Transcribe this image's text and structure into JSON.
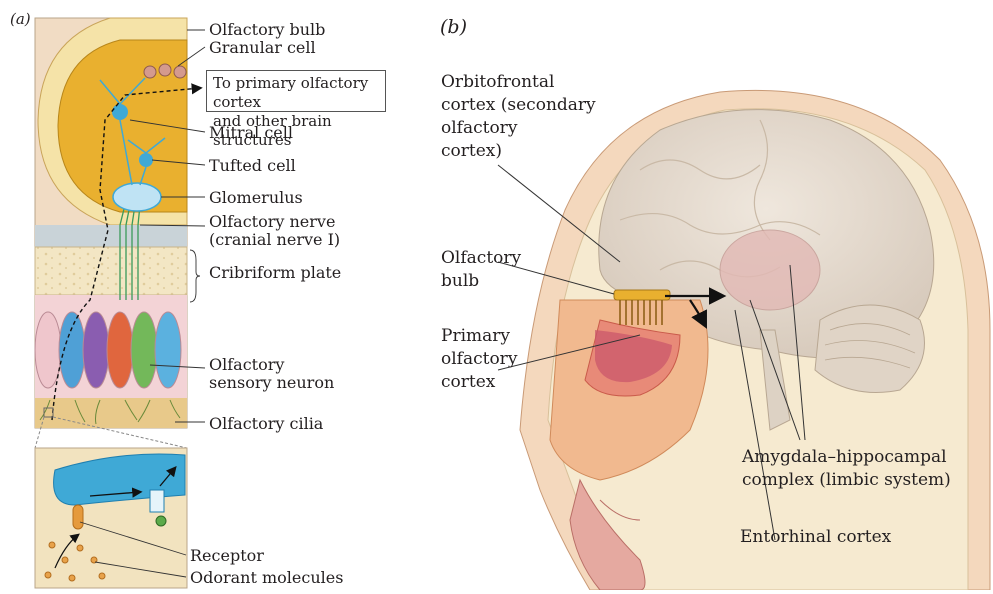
{
  "panel_a": {
    "letter": "(a)",
    "labels": {
      "olfactory_bulb": "Olfactory bulb",
      "granular_cell": "Granular cell",
      "target_line1": "To primary olfactory cortex",
      "target_line2": "and other brain structures",
      "mitral_cell": "Mitral cell",
      "tufted_cell": "Tufted cell",
      "glomerulus": "Glomerulus",
      "olfactory_nerve_line1": "Olfactory nerve",
      "olfactory_nerve_line2": "(cranial nerve I)",
      "cribriform_plate": "Cribriform plate",
      "sensory_neuron_line1": "Olfactory",
      "sensory_neuron_line2": "sensory neuron",
      "olfactory_cilia": "Olfactory cilia",
      "receptor": "Receptor",
      "odorant_molecules": "Odorant molecules"
    }
  },
  "panel_b": {
    "letter": "(b)",
    "labels": {
      "orbitofrontal_line1": "Orbitofrontal",
      "orbitofrontal_line2": "cortex (secondary",
      "orbitofrontal_line3": "olfactory",
      "orbitofrontal_line4": "cortex)",
      "bulb_line1": "Olfactory",
      "bulb_line2": "bulb",
      "primary_line1": "Primary",
      "primary_line2": "olfactory",
      "primary_line3": "cortex",
      "amygdala_line1": "Amygdala–hippocampal",
      "amygdala_line2": "complex (limbic system)",
      "entorhinal": "Entorhinal cortex"
    }
  },
  "colors": {
    "bulb_fill": "#e9b02f",
    "bone": "#f3e6c4",
    "neuron_blue": "#3fa9d6",
    "brain": "#e6ddd2",
    "skin": "#f6d7c0",
    "primary_cortex": "#c9546a"
  }
}
